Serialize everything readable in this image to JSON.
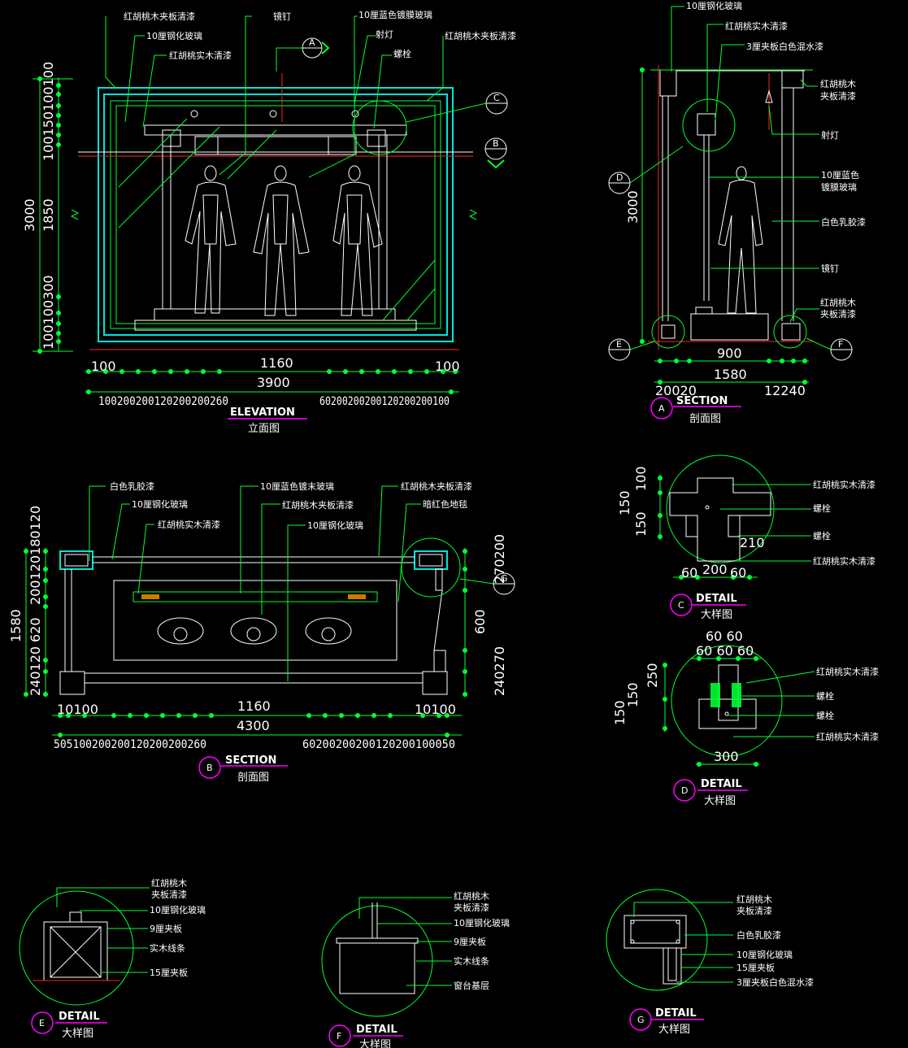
{
  "elevation": {
    "labels": {
      "veneer_left": "红胡桃木夹板清漆",
      "tempered_glass": "10厘钢化玻璃",
      "solid_wood": "红胡桃实木清漆",
      "mirror_nail": "镜钉",
      "blue_glass": "10厘蓝色镀膜玻璃",
      "spotlight": "射灯",
      "veneer_right": "红胡桃木夹板清漆",
      "bolt": "螺栓"
    },
    "dims": {
      "total_height": "3000",
      "mid_height": "1850",
      "top_stack": "100150100100",
      "bottom_stack": "100100300",
      "side_left": "100",
      "side_right": "100",
      "inner_width": "1160",
      "total_width": "3900",
      "row_left": "100200200120200200260",
      "row_right": "60200200200120200200100"
    },
    "markers": {
      "a": "A",
      "b": "B",
      "c": "C"
    },
    "title": "ELEVATION",
    "subtitle": "立面图"
  },
  "section_a": {
    "labels": {
      "tempered_glass": "10厘钢化玻璃",
      "solid_wood": "红胡桃实木清漆",
      "plywood_paint": "3厘夹板白色混水漆",
      "veneer_top": "红胡桃木",
      "veneer_top2": "夹板清漆",
      "spotlight": "射灯",
      "blue_glass": "10厘蓝色",
      "blue_glass2": "镀膜玻璃",
      "latex_paint": "白色乳胶漆",
      "mirror_nail": "镜钉",
      "veneer_bottom": "红胡桃木",
      "veneer_bottom2": "夹板清漆"
    },
    "dims": {
      "height": "3000",
      "inner_width": "900",
      "total_width": "1580",
      "left_small": "20020",
      "right_small": "12240"
    },
    "markers": {
      "d": "D",
      "e": "E",
      "f": "F",
      "a": "A"
    },
    "title": "SECTION",
    "subtitle": "剖面图"
  },
  "section_b": {
    "labels": {
      "latex_paint": "白色乳胶漆",
      "blue_glass": "10厘蓝色镀末玻璃",
      "veneer_right": "红胡桃木夹板清漆",
      "tempered_glass": "10厘钢化玻璃",
      "veneer_mid": "红胡桃木夹板清漆",
      "carpet": "暗红色地毯",
      "solid_wood": "红胡桃实木清漆",
      "tempered_glass2": "10厘钢化玻璃"
    },
    "dims": {
      "total_depth": "1580",
      "depth_620": "620",
      "left_stack_top": "200120180120",
      "left_stack_bottom": "240120",
      "right_top": "270200",
      "right_mid": "600",
      "right_bottom": "240270",
      "inner_width": "1160",
      "total_width": "4300",
      "side_left": "10100",
      "side_right": "10100",
      "row_left": "505100200200120200200260",
      "row_right": "60200200200120200100050"
    },
    "markers": {
      "b": "B",
      "g": "G"
    },
    "title": "SECTION",
    "subtitle": "剖面图"
  },
  "detail_c": {
    "labels": {
      "wood_top": "红胡桃实木清漆",
      "bolt1": "螺栓",
      "bolt2": "螺栓",
      "wood_bottom": "红胡桃实木清漆"
    },
    "dims": {
      "v100": "100",
      "v150a": "150",
      "v150b": "150",
      "w210": "210",
      "w200": "200",
      "w60a": "60",
      "w60b": "60"
    },
    "marker": "C",
    "title": "DETAIL",
    "subtitle": "大样图"
  },
  "detail_d": {
    "labels": {
      "wood_top": "红胡桃实木清漆",
      "bolt1": "螺栓",
      "bolt2": "螺栓",
      "wood_bottom": "红胡桃实木清漆"
    },
    "dims": {
      "top1": "60 60",
      "top2": "60 60 60",
      "v250": "250",
      "v150a": "150",
      "v150b": "150",
      "w300": "300"
    },
    "marker": "D",
    "title": "DETAIL",
    "subtitle": "大样图"
  },
  "detail_e": {
    "labels": {
      "veneer": "红胡桃木",
      "veneer2": "夹板清漆",
      "glass": "10厘钢化玻璃",
      "ply9": "9厘夹板",
      "strip": "实木线条",
      "ply15": "15厘夹板"
    },
    "marker": "E",
    "title": "DETAIL",
    "subtitle": "大样图"
  },
  "detail_f": {
    "labels": {
      "veneer": "红胡桃木",
      "veneer2": "夹板清漆",
      "glass": "10厘钢化玻璃",
      "ply9": "9厘夹板",
      "strip": "实木线条",
      "base": "窗台基层"
    },
    "marker": "F",
    "title": "DETAIL",
    "subtitle": "大样图"
  },
  "detail_g": {
    "labels": {
      "veneer": "红胡桃木",
      "veneer2": "夹板清漆",
      "latex": "白色乳胶漆",
      "glass": "10厘钢化玻璃",
      "ply15": "15厘夹板",
      "ply3": "3厘夹板白色混水漆"
    },
    "marker": "G",
    "title": "DETAIL",
    "subtitle": "大样图"
  },
  "colors": {
    "line": "#00ff33",
    "frame": "#00e5d8",
    "text": "#ffffff",
    "axis": "#ff2020",
    "marker": "#ff00ff",
    "background": "#000000"
  }
}
